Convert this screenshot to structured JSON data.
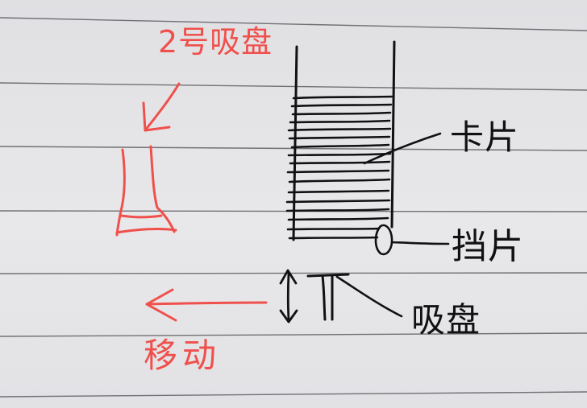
{
  "colors": {
    "paper": "#e4e4e6",
    "rule_line": "#4a4a50",
    "ink_black": "#111111",
    "ink_red": "#f0504c"
  },
  "labels": {
    "suction_cup_2": "2号吸盘",
    "move": "移动",
    "card": "卡片",
    "stopper": "挡片",
    "suction_cup": "吸盘"
  }
}
